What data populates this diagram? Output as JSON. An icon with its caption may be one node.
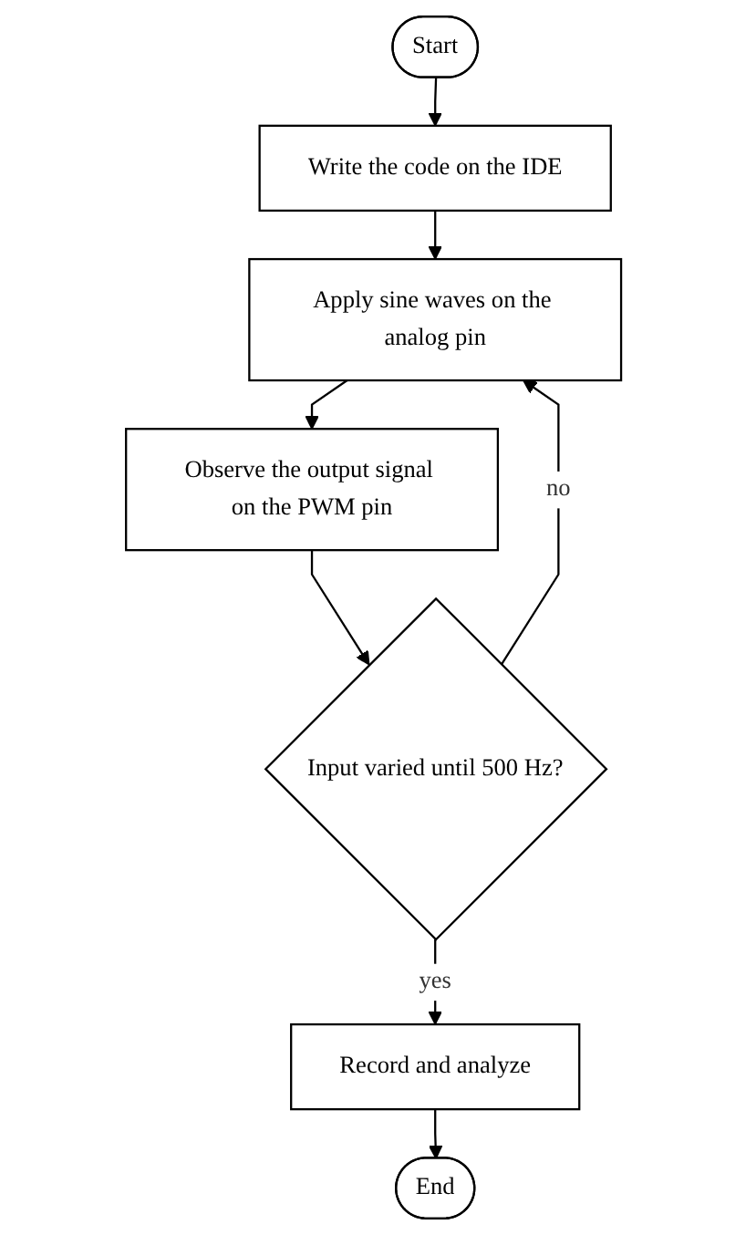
{
  "diagram": {
    "nodes": [
      {
        "text": [
          "Start"
        ]
      },
      {
        "text": [
          "Write the code on the IDE"
        ]
      },
      {
        "text": [
          "Apply sine waves on the analog pin"
        ]
      },
      {
        "text": [
          "Observe the output signal on the PWM pin"
        ]
      },
      {
        "text": [
          "Input varied until 500 Hz?"
        ]
      },
      {
        "text": [
          "Record and analyze"
        ]
      },
      {
        "text": [
          "End"
        ]
      }
    ],
    "edges": [
      {
        "from": 0,
        "to": 1,
        "arrow": "to"
      },
      {
        "from": 1,
        "to": 2,
        "arrow": "to"
      },
      {
        "from": 2,
        "to": 3,
        "arrow": "to"
      },
      {
        "from": 3,
        "to": 4,
        "arrow": "to"
      },
      {
        "from": 4,
        "to": 2,
        "arrow": "to",
        "label": "no"
      },
      {
        "from": 4,
        "to": 5,
        "arrow": "to",
        "label": "yes"
      },
      {
        "from": 5,
        "to": 6,
        "arrow": "to"
      }
    ]
  }
}
